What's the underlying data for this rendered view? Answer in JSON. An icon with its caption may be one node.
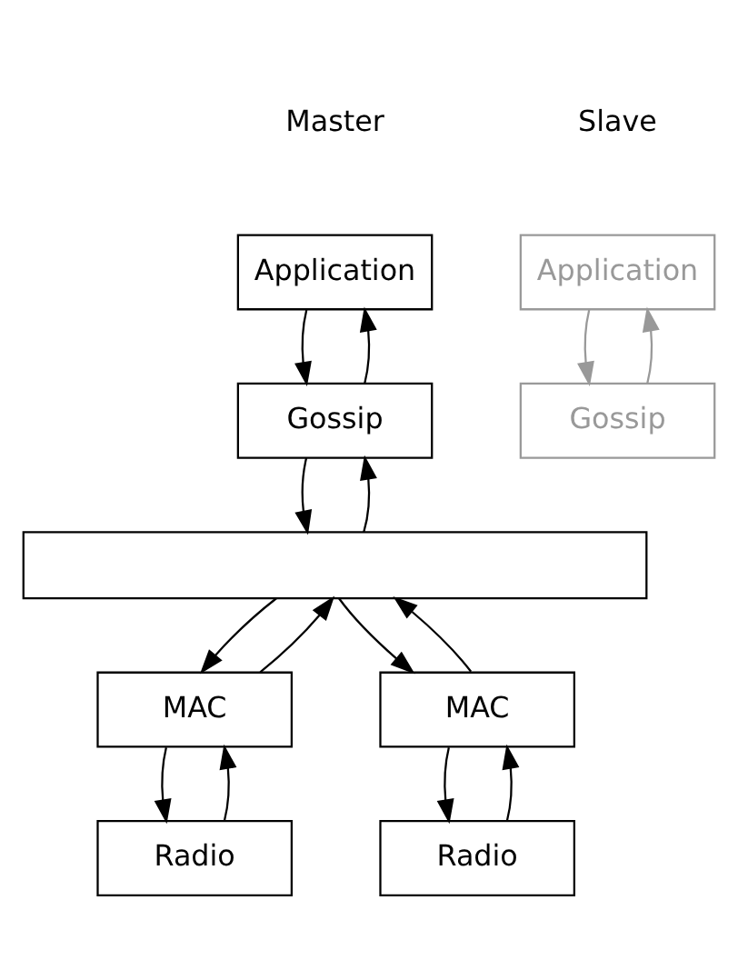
{
  "diagram": {
    "nodes": [
      {
        "text": [
          "Application"
        ]
      },
      {
        "text": [
          "Application"
        ]
      },
      {
        "text": [
          "Gossip"
        ]
      },
      {
        "text": [
          "Gossip"
        ]
      },
      {
        "text": [],
        "shape": "box"
      },
      {
        "text": [
          "MAC"
        ]
      },
      {
        "text": [
          "MAC"
        ]
      },
      {
        "text": [
          "Radio"
        ]
      },
      {
        "text": [
          "Radio"
        ]
      }
    ],
    "edges": [
      {
        "from": 0,
        "to": 2,
        "arrow": "to"
      },
      {
        "from": 2,
        "to": 0,
        "arrow": "to"
      },
      {
        "from": 1,
        "to": 3,
        "arrow": "to",
        "color": "#999999"
      },
      {
        "from": 3,
        "to": 1,
        "arrow": "to",
        "color": "#999999"
      },
      {
        "from": 2,
        "to": 4,
        "arrow": "to"
      },
      {
        "from": 4,
        "to": 5,
        "arrow": "to"
      },
      {
        "from": 4,
        "to": 6,
        "arrow": "to"
      },
      {
        "from": 5,
        "to": 4,
        "arrow": "to"
      },
      {
        "from": 4,
        "to": 2,
        "arrow": "to"
      },
      {
        "from": 6,
        "to": 4,
        "arrow": "to"
      },
      {
        "from": 5,
        "to": 7,
        "arrow": "to"
      },
      {
        "from": 7,
        "to": 5,
        "arrow": "to"
      },
      {
        "from": 6,
        "to": 8,
        "arrow": "to"
      },
      {
        "from": 8,
        "to": 6,
        "arrow": "to"
      }
    ],
    "labels": [
      "Master",
      "Slave"
    ]
  }
}
